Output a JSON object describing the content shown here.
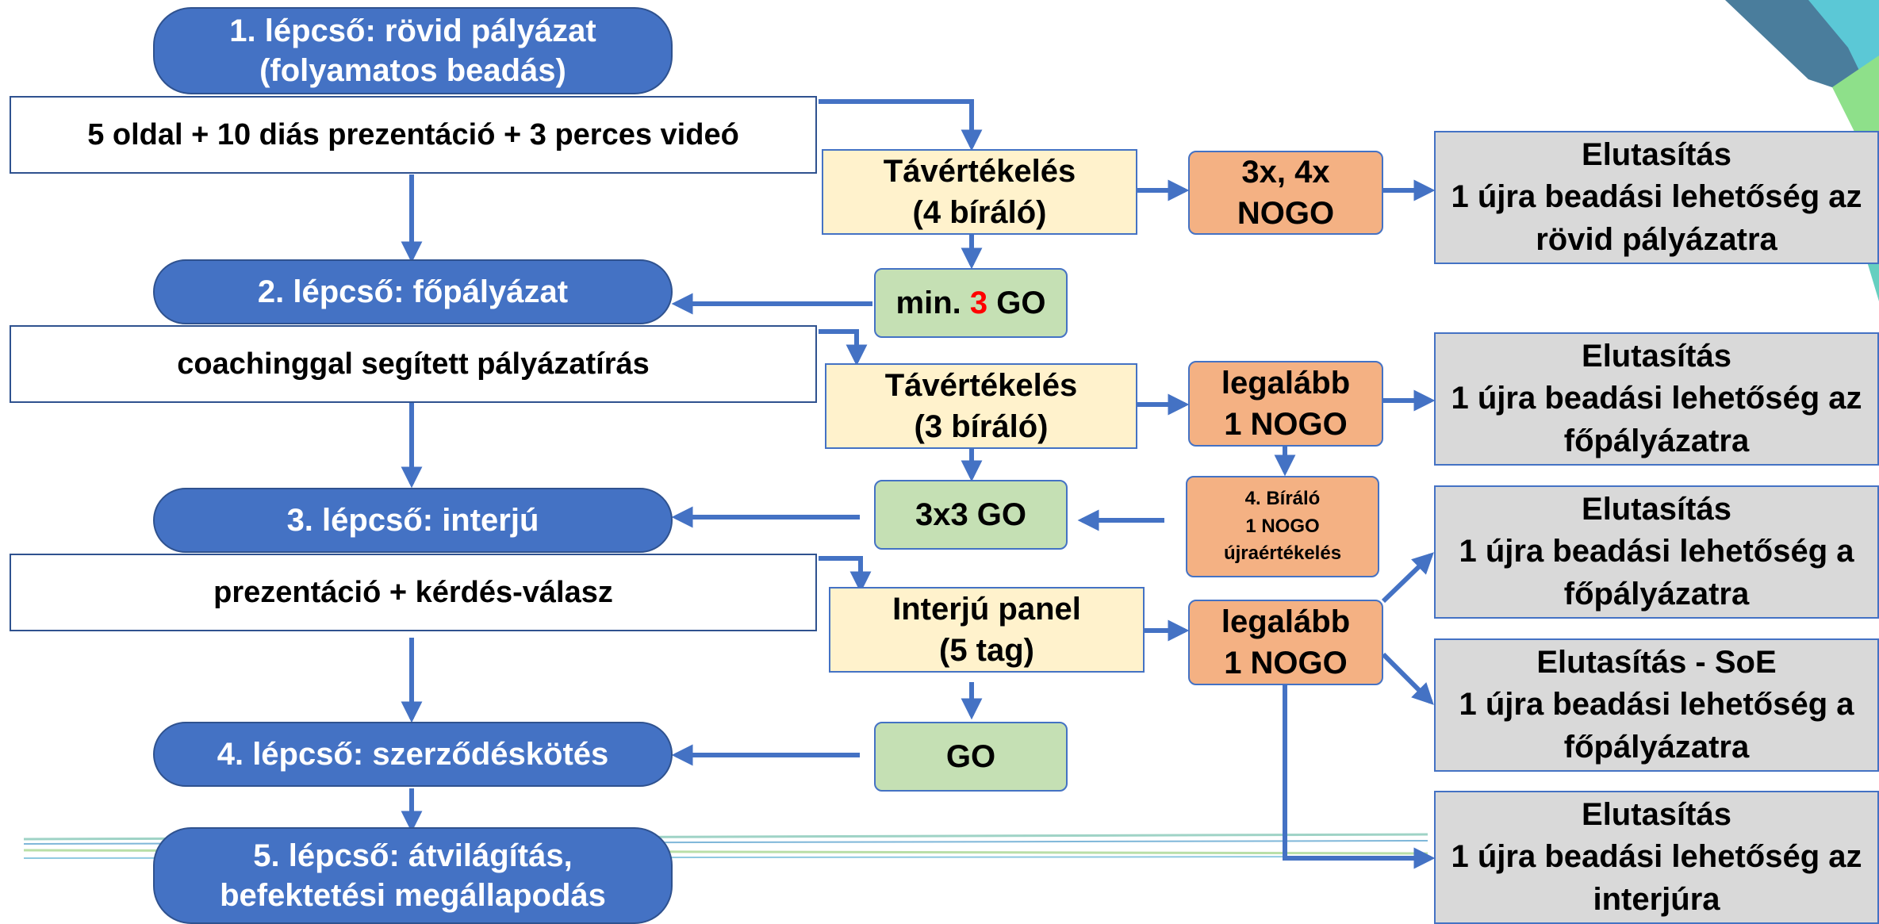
{
  "steps": {
    "step1": "1. lépcső: rövid pályázat\n(folyamatos beadás)",
    "step2": "2. lépcső: főpályázat",
    "step3": "3. lépcső: interjú",
    "step4": "4. lépcső: szerződéskötés",
    "step5": "5. lépcső: átvilágítás,\nbefektetési megállapodás"
  },
  "descriptions": {
    "step1": "5 oldal + 10 diás prezentáció + 3 perces videó",
    "step2": "coachinggal segített pályázatírás",
    "step3": "prezentáció + kérdés-válasz"
  },
  "evaluations": {
    "eval1": "Távértékelés\n(4 bíráló)",
    "eval2": "Távértékelés\n(3 bíráló)",
    "eval3": "Interjú panel\n(5 tag)"
  },
  "go": {
    "go1_prefix": "min. ",
    "go1_number": "3",
    "go1_suffix": " GO",
    "go2": "3x3 GO",
    "go3": "GO"
  },
  "nogo": {
    "nogo1": "3x, 4x\nNOGO",
    "nogo2": "legalább\n1 NOGO",
    "reeval": "4. Bíráló\n1 NOGO\nújraértékelés",
    "nogo3": "legalább\n1 NOGO"
  },
  "rejections": {
    "rej1": "Elutasítás\n1 újra beadási lehetőség az\nrövid pályázatra",
    "rej2": "Elutasítás\n1 újra beadási lehetőség az\nfőpályázatra",
    "rej3": "Elutasítás\n1 újra beadási lehetőség a\nfőpályázatra",
    "rej4": "Elutasítás - SoE\n1 újra beadási lehetőség a\nfőpályázatra",
    "rej5": "Elutasítás\n1 újra beadási lehetőség az\ninterjúra"
  },
  "colors": {
    "step_pill": "#4472c4",
    "evaluation": "#fff2cc",
    "go": "#c5e0b4",
    "nogo": "#f4b183",
    "rejection": "#d9d9d9",
    "arrow": "#4472c4",
    "highlight": "#ff0000"
  }
}
